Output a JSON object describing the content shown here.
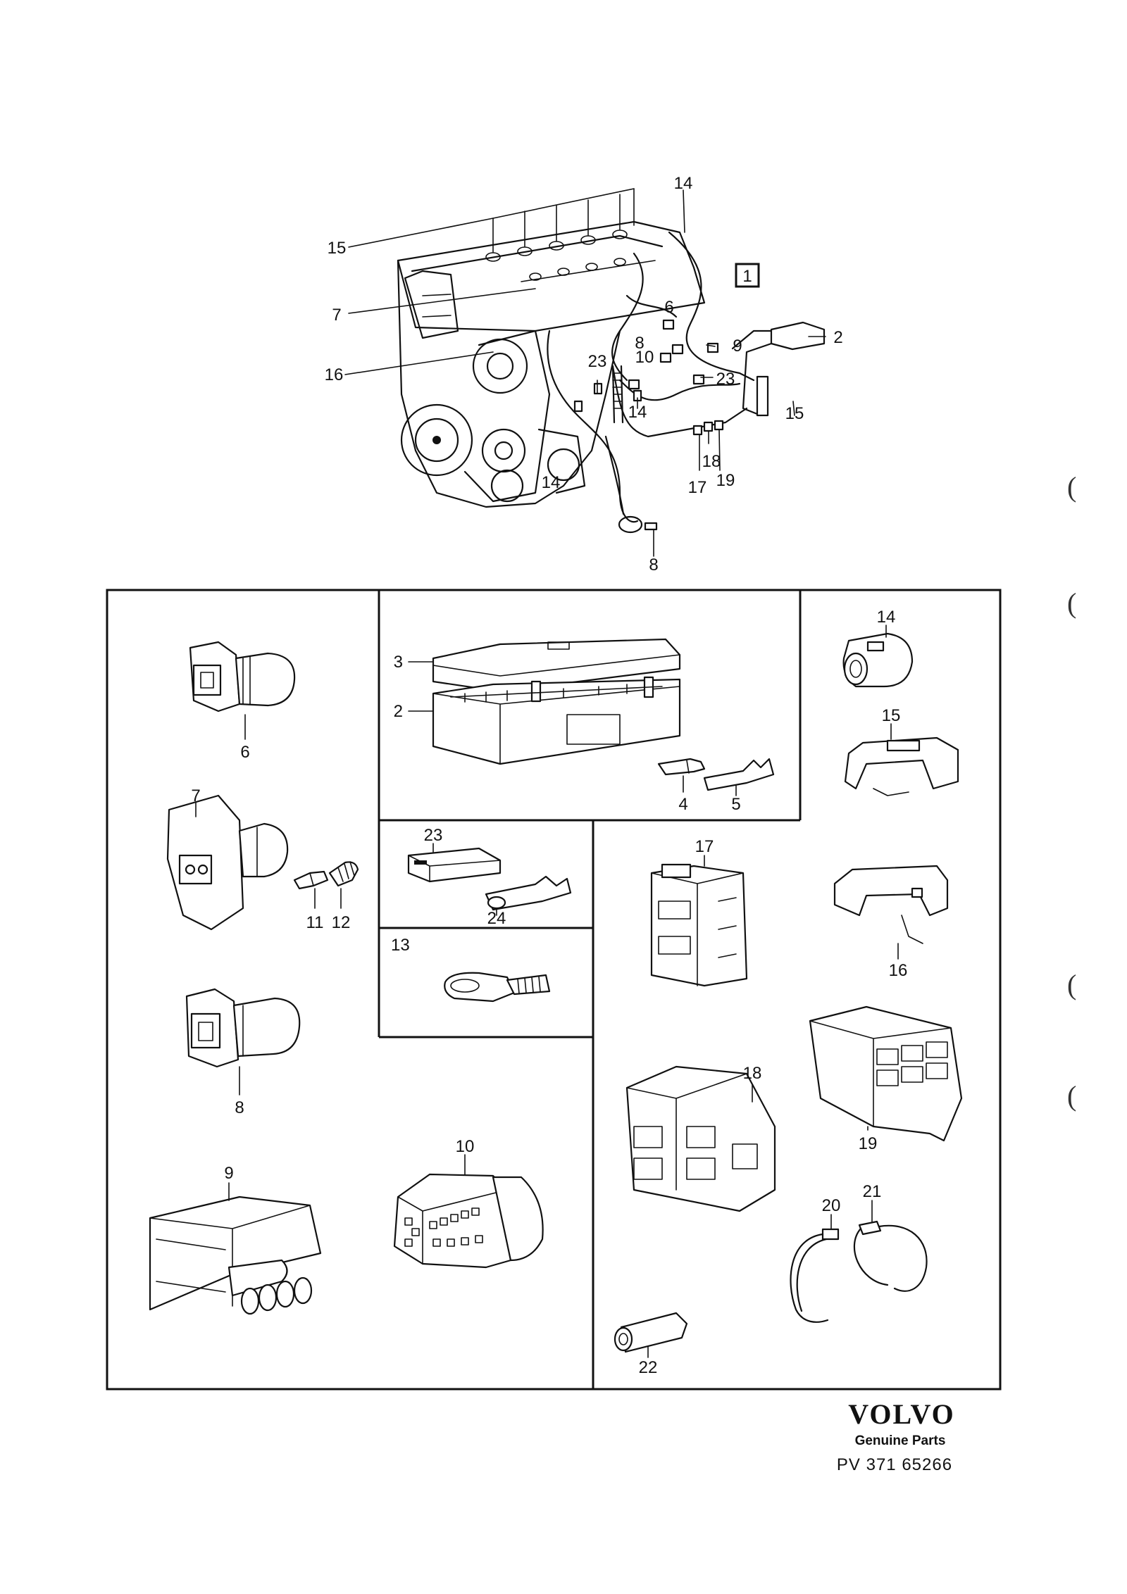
{
  "engine": {
    "section_number": "1",
    "callouts": [
      "14",
      "15",
      "7",
      "16",
      "6",
      "8",
      "9",
      "2",
      "23",
      "10",
      "23",
      "15",
      "14",
      "14",
      "17",
      "18",
      "19",
      "8"
    ]
  },
  "panels": {
    "left": {
      "labels": [
        "6",
        "7",
        "11",
        "12",
        "8",
        "9"
      ]
    },
    "center": {
      "labels": [
        "3",
        "2",
        "4",
        "5"
      ]
    },
    "mid23": {
      "labels": [
        "23",
        "24"
      ]
    },
    "mid13": {
      "labels": [
        "13"
      ]
    },
    "bottom": {
      "labels": [
        "10"
      ]
    },
    "right": {
      "labels": [
        "14",
        "15",
        "17",
        "16",
        "19",
        "18",
        "20",
        "21",
        "22"
      ]
    }
  },
  "footer": {
    "brand": "VOLVO",
    "subtitle": "Genuine Parts",
    "part_number": "PV 371 65266"
  },
  "margin_marks": [
    "(",
    "(",
    "(",
    "("
  ]
}
